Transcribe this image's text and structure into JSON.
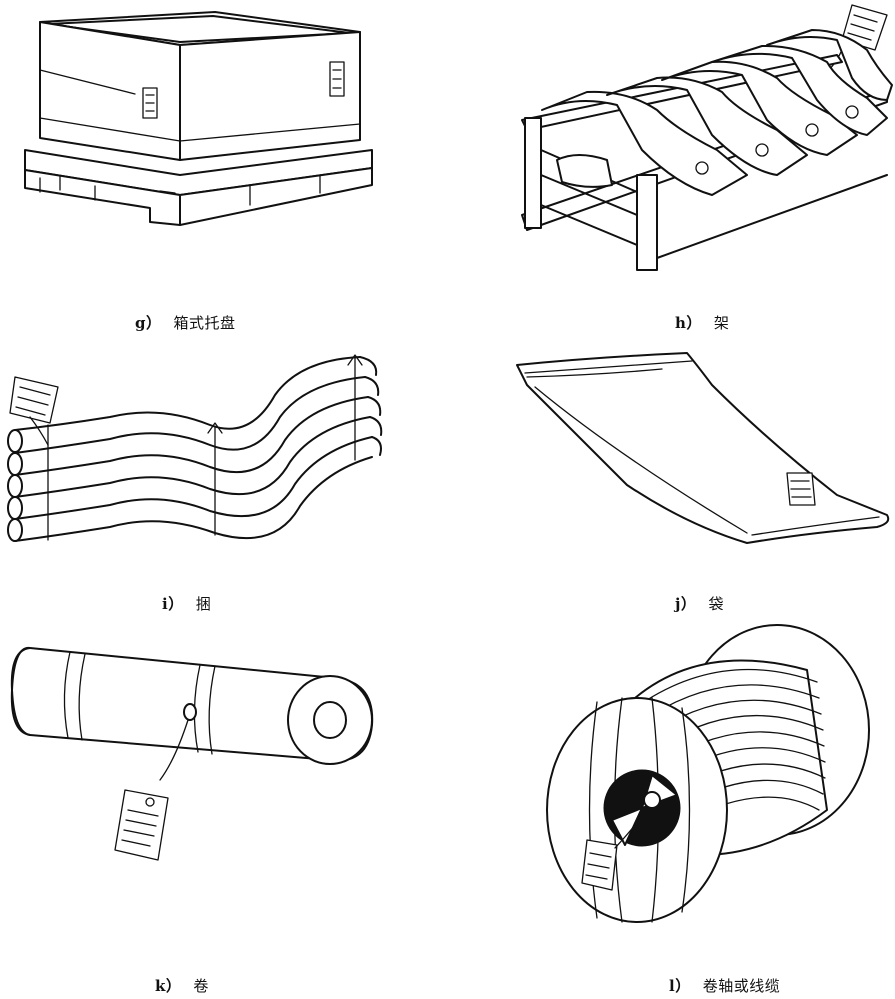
{
  "figures": [
    {
      "letter": "g）",
      "label": "箱式托盘",
      "icon": "box-pallet-icon"
    },
    {
      "letter": "h）",
      "label": "架",
      "icon": "rack-icon"
    },
    {
      "letter": "i）",
      "label": "捆",
      "icon": "bundle-icon"
    },
    {
      "letter": "j）",
      "label": "袋",
      "icon": "bag-icon"
    },
    {
      "letter": "k）",
      "label": "卷",
      "icon": "roll-icon"
    },
    {
      "letter": "l）",
      "label": "卷轴或线缆",
      "icon": "cable-reel-icon"
    }
  ]
}
